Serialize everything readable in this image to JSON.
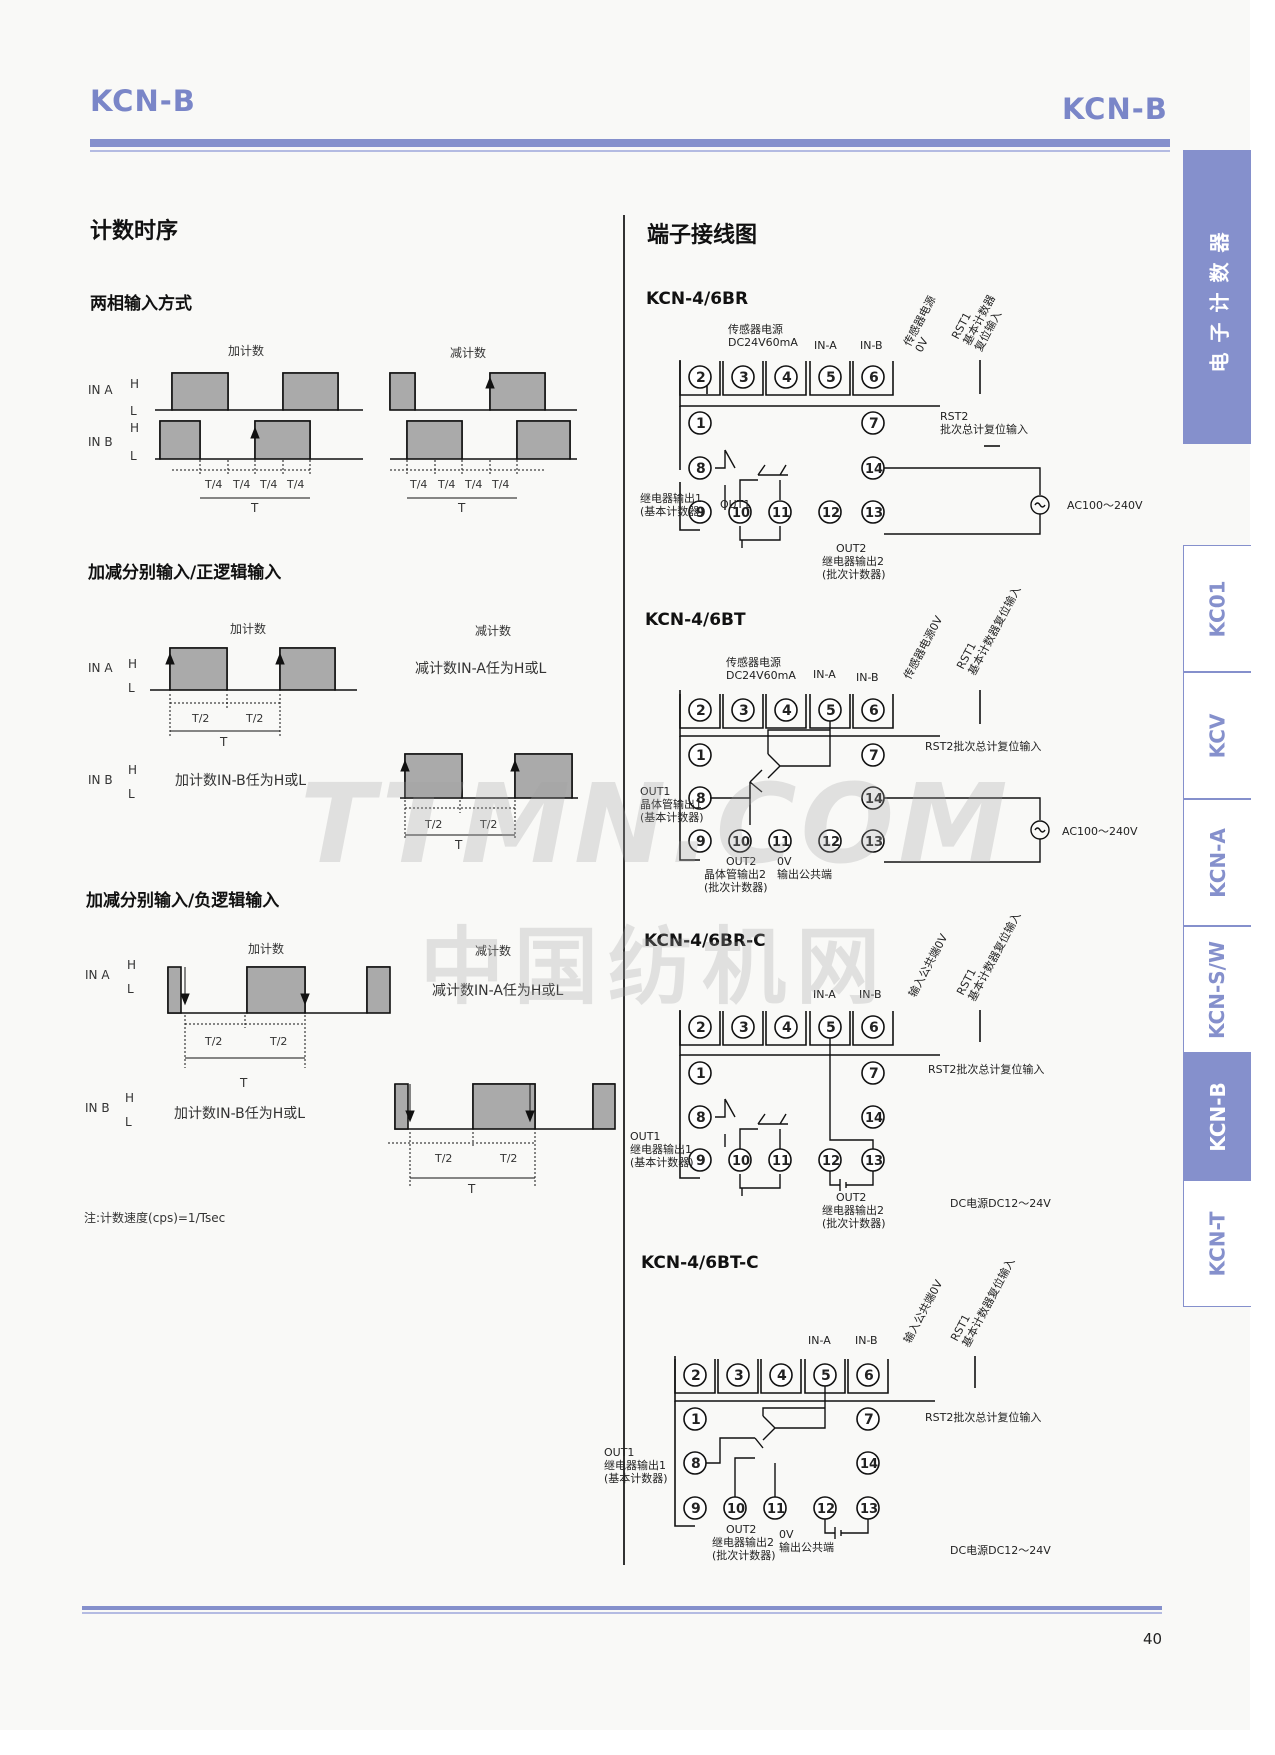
{
  "header": {
    "left": "KCN-B",
    "right": "KCN-B"
  },
  "sections": {
    "left": "计数时序",
    "right": "端子接线图"
  },
  "timing": {
    "two_phase": "两相输入方式",
    "pos_logic": "加减分别输入/正逻辑输入",
    "neg_logic": "加减分别输入/负逻辑输入",
    "up": "加计数",
    "down": "减计数",
    "in_a": "IN A",
    "in_b": "IN B",
    "h": "H",
    "l": "L",
    "quarter": "T/4",
    "half": "T/2",
    "period": "T",
    "down_note": "减计数IN-A任为H或L",
    "up_note": "加计数IN-B任为H或L"
  },
  "note": "注:计数速度(cps)=1/Tsec",
  "wiring": {
    "titles": [
      "KCN-4/6BR",
      "KCN-4/6BT",
      "KCN-4/6BR-C",
      "KCN-4/6BT-C"
    ],
    "labels": {
      "sensor_power": "传感器电源",
      "sensor_spec": "DC24V60mA",
      "in_a": "IN-A",
      "in_b": "IN-B",
      "sensor_0v": "传感器电源0V",
      "sensor_0v_short": "传感器电源",
      "zero_v": "0V",
      "rst1": "RST1",
      "rst1_desc": "基本计数器复位输入",
      "rst1_desc_a": "基本计数器",
      "rst1_desc_b": "复位输入",
      "rst2": "RST2",
      "rst2_desc": "批次总计复位输入",
      "rst2_inline": "RST2批次总计复位输入",
      "rst2_inline_b": "RST2批次总计复位输入",
      "ac": "AC100～240V",
      "out1": "OUT1",
      "relay_out1": "继电器输出1",
      "basic_counter": "(基本计数器)",
      "out2": "OUT2",
      "relay_out2": "继电器输出2",
      "batch_counter": "(批次计数器)",
      "tr_out1": "晶体管输出1",
      "tr_out2": "晶体管输出2",
      "out_common": "输出公共端",
      "in_common_0v": "输入公共端0V",
      "dc": "DC电源DC12～24V"
    }
  },
  "tabs": [
    {
      "label": "电子计数器"
    },
    {
      "label": "KC01"
    },
    {
      "label": "KCV"
    },
    {
      "label": "KCN-A"
    },
    {
      "label": "KCN-S/W"
    },
    {
      "label": "KCN-B"
    },
    {
      "label": "KCN-T"
    }
  ],
  "page_number": "40",
  "watermark": {
    "line1": "TTMN.COM",
    "line2": "中国纺机网"
  }
}
